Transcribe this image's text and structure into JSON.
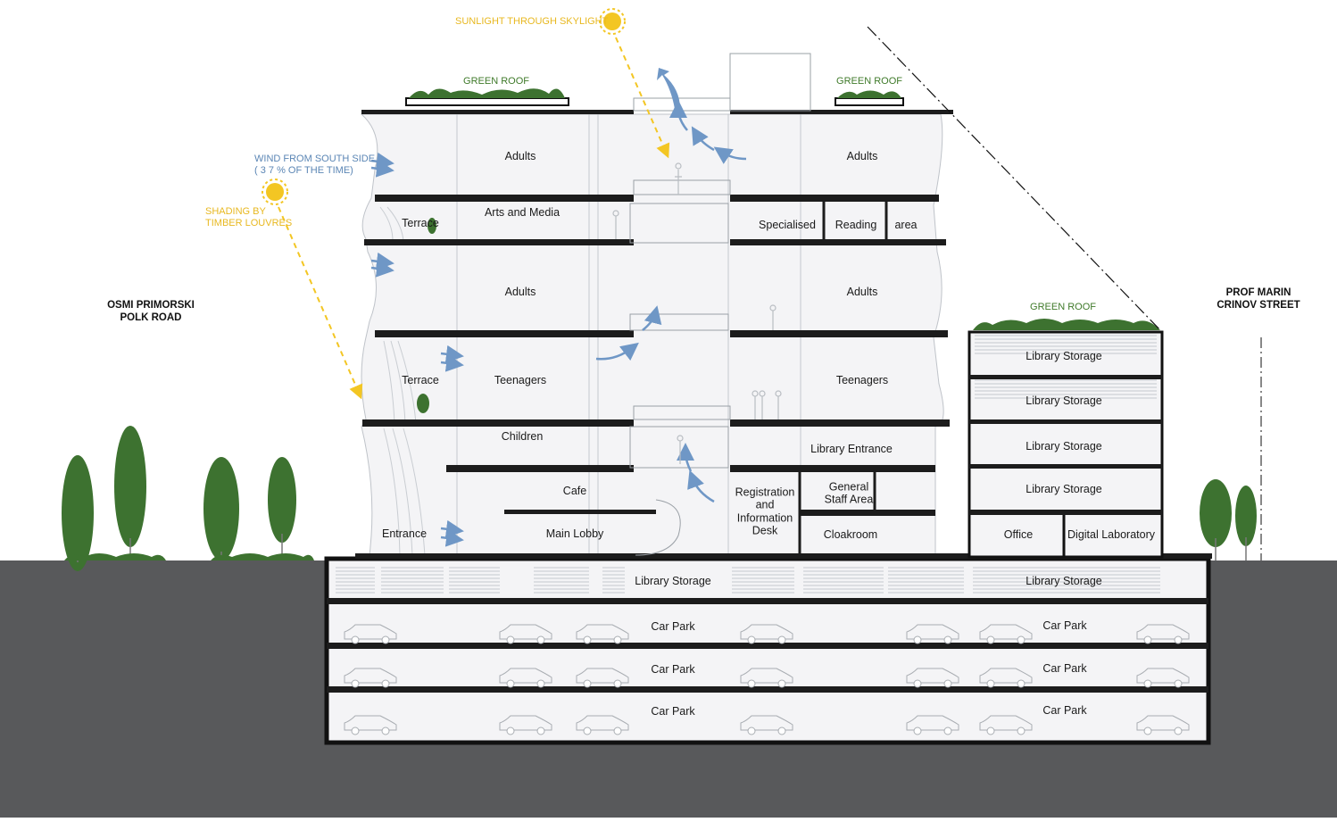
{
  "streets": {
    "left_line1": "OSMI PRIMORSKI",
    "left_line2": "POLK ROAD",
    "right_line1": "PROF MARIN",
    "right_line2": "CRINOV STREET"
  },
  "annotations": {
    "sunlight": "SUNLIGHT THROUGH SKYLIGHT",
    "wind_line1": "WIND FROM SOUTH SIDE",
    "wind_line2": "( 3 7 % OF THE TIME)",
    "shading_line1": "SHADING BY",
    "shading_line2": "TIMBER LOUVRES",
    "green_roof_left": "GREEN ROOF",
    "green_roof_right": "GREEN ROOF",
    "green_roof_annex": "GREEN ROOF"
  },
  "rooms": {
    "adults_top_left": "Adults",
    "adults_top_right": "Adults",
    "terrace_upper": "Terrace",
    "arts_media": "Arts and Media",
    "specialised": "Specialised",
    "reading": "Reading",
    "area": "area",
    "adults_mid_left": "Adults",
    "adults_mid_right": "Adults",
    "terrace_lower": "Terrace",
    "teenagers_left": "Teenagers",
    "teenagers_right": "Teenagers",
    "children": "Children",
    "library_entrance": "Library Entrance",
    "cafe": "Cafe",
    "registration_line1": "Registration",
    "registration_line2": "and",
    "registration_line3": "Information",
    "registration_line4": "Desk",
    "general_staff_line1": "General",
    "general_staff_line2": "Staff Area",
    "entrance": "Entrance",
    "main_lobby": "Main Lobby",
    "cloakroom": "Cloakroom",
    "annex_storage_1": "Library Storage",
    "annex_storage_2": "Library Storage",
    "annex_storage_3": "Library Storage",
    "annex_storage_4": "Library Storage",
    "office": "Office",
    "digital_lab": "Digital Laboratory",
    "basement_storage_main": "Library Storage",
    "basement_storage_annex": "Library Storage",
    "car_park_1_main": "Car Park",
    "car_park_1_annex": "Car Park",
    "car_park_2_main": "Car Park",
    "car_park_2_annex": "Car Park",
    "car_park_3_main": "Car Park",
    "car_park_3_annex": "Car Park"
  },
  "colors": {
    "ground": "#58595b",
    "slab": "#1c1c1c",
    "interior": "#f4f4f6",
    "green": "#3d7230",
    "sun": "#f3c623",
    "wind": "#6f97c6",
    "sun_annotation": "#e8b820",
    "wind_annotation": "#5b86b5"
  }
}
